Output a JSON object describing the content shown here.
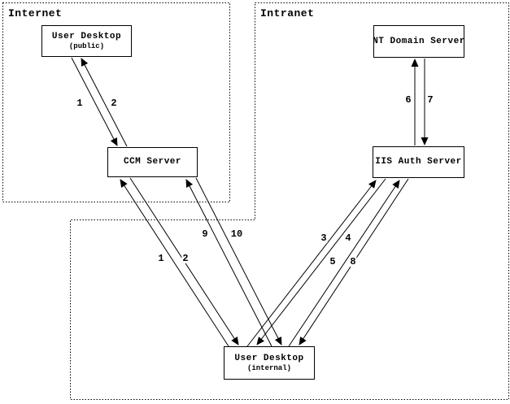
{
  "colors": {
    "line": "#000000",
    "background": "#ffffff"
  },
  "zones": {
    "internet": {
      "label": "Internet"
    },
    "intranet": {
      "label": "Intranet"
    }
  },
  "nodes": [
    {
      "id": "user-desktop-public",
      "title": "User Desktop",
      "subtitle": "(public)"
    },
    {
      "id": "ccm-server",
      "title": "CCM Server",
      "subtitle": ""
    },
    {
      "id": "nt-domain-server",
      "title": "NT Domain Server",
      "subtitle": ""
    },
    {
      "id": "iis-auth-server",
      "title": "IIS Auth Server",
      "subtitle": ""
    },
    {
      "id": "user-desktop-internal",
      "title": "User Desktop",
      "subtitle": "(internal)"
    }
  ],
  "arrow_labels": [
    {
      "label": "1",
      "connection": "User Desktop (public) to CCM Server"
    },
    {
      "label": "2",
      "connection": "CCM Server to User Desktop (public)"
    },
    {
      "label": "6",
      "connection": "IIS Auth Server to NT Domain Server"
    },
    {
      "label": "7",
      "connection": "NT Domain Server to IIS Auth Server"
    },
    {
      "label": "9",
      "connection": "User Desktop (internal) to CCM Server"
    },
    {
      "label": "10",
      "connection": "CCM Server to User Desktop (internal)"
    },
    {
      "label": "1",
      "connection": "User Desktop (internal) to CCM Server"
    },
    {
      "label": "2",
      "connection": "CCM Server to User Desktop (internal)"
    },
    {
      "label": "3",
      "connection": "User Desktop (internal) to IIS Auth Server"
    },
    {
      "label": "4",
      "connection": "IIS Auth Server to User Desktop (internal)"
    },
    {
      "label": "5",
      "connection": "User Desktop (internal) to IIS Auth Server"
    },
    {
      "label": "8",
      "connection": "IIS Auth Server to User Desktop (internal)"
    }
  ]
}
